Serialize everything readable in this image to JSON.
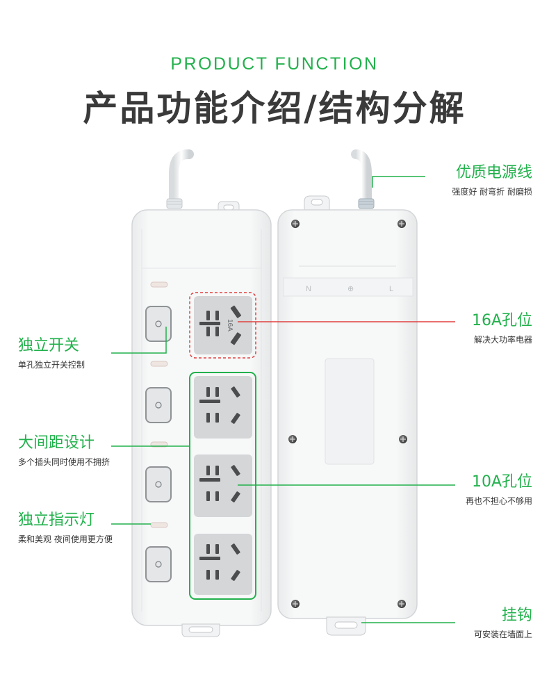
{
  "header": {
    "subtitle_en": "PRODUCT FUNCTION",
    "title_cn": "产品功能介绍/结构分解"
  },
  "colors": {
    "accent": "#22b14c",
    "callout_red": "#e0403f",
    "text": "#333333",
    "socket": "#d4d6d8"
  },
  "callouts_left": [
    {
      "title": "独立开关",
      "desc": "单孔独立开关控制"
    },
    {
      "title": "大间距设计",
      "desc": "多个插头同时使用不拥挤"
    },
    {
      "title": "独立指示灯",
      "desc": "柔和美观 夜间使用更方便"
    }
  ],
  "callouts_right": [
    {
      "title": "优质电源线",
      "desc": "强度好 耐弯折 耐磨损"
    },
    {
      "title": "16A孔位",
      "desc": "解决大功率电器"
    },
    {
      "title": "10A孔位",
      "desc": "再也不担心不够用"
    },
    {
      "title": "挂钩",
      "desc": "可安装在墙面上"
    }
  ],
  "product": {
    "socket_16a_label": "16A",
    "back_markings": [
      "N",
      "⊕",
      "L"
    ]
  }
}
